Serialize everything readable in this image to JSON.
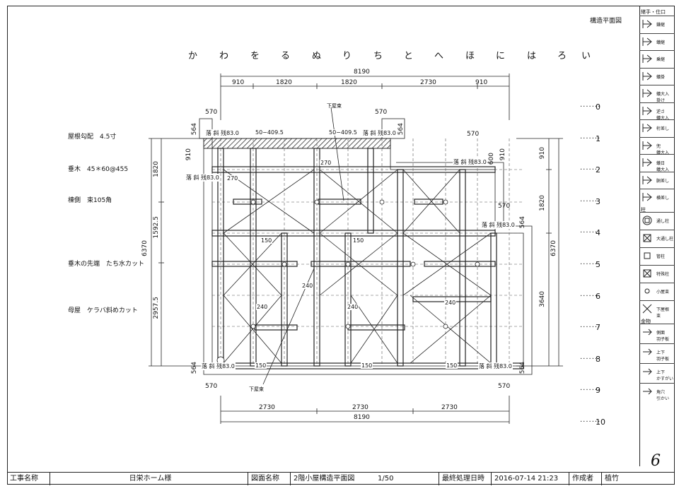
{
  "header": {
    "title": "構造平面図"
  },
  "grid_letters": [
    "か",
    "わ",
    "を",
    "る",
    "ぬ",
    "り",
    "ち",
    "と",
    "へ",
    "ほ",
    "に",
    "は",
    "ろ",
    "い"
  ],
  "row_numbers": [
    "0",
    "1",
    "2",
    "3",
    "4",
    "5",
    "6",
    "7",
    "8",
    "9",
    "10"
  ],
  "notes": [
    {
      "id": "roof_pitch",
      "text": "屋根勾配　4.5寸"
    },
    {
      "id": "rafter",
      "text": "垂木　45＊60@455"
    },
    {
      "id": "ridge",
      "text": "棟側　束105角"
    },
    {
      "id": "rafter_end",
      "text": "垂木の先端　たち水カット"
    },
    {
      "id": "gable",
      "text": "母屋　ケラバ斜めカット"
    }
  ],
  "dimensions": {
    "top_total": "8190",
    "top_segments": [
      "910",
      "1820",
      "1820",
      "2730",
      "910"
    ],
    "bottom_total": "8190",
    "bottom_segments": [
      "2730",
      "2730",
      "2730"
    ],
    "left_total": "6370",
    "left_segments": [
      "1820",
      "1592.5",
      "2957.5"
    ],
    "right_total": "6370",
    "right_segments": [
      "910",
      "1820",
      "3640"
    ],
    "overhang": "570",
    "overhang_side": "564",
    "small": [
      "910",
      "600",
      "910"
    ]
  },
  "labels": {
    "shita_tsuka_top": "下屋束",
    "shita_tsuka_bottom": "下屋束",
    "beam_50_409": "50−409.5",
    "beam_270": "270",
    "beam_150": "150",
    "beam_240": "240",
    "ochi_kake": "落 斜 残83.0"
  },
  "legend": {
    "section1_title": "継手・仕口",
    "items1": [
      "鎌継",
      "蟻継",
      "乗継",
      "蟻掛",
      "蟻大入\n掛け",
      "逆さ\n蟻大入",
      "桁差し",
      "兜\n蟻大入",
      "蟻日\n蟻大入",
      "胴差し",
      "横差し"
    ],
    "section2_title": "柱",
    "items2": [
      "通し柱",
      "大通し柱",
      "管柱",
      "特殊柱",
      "小屋束",
      "下屋根\n束"
    ],
    "section3_title": "金物",
    "items3": [
      "側面\n羽子板",
      "上下\n羽子板",
      "上下\nかすがい",
      "角穴\n引かい"
    ]
  },
  "footer": {
    "project_label": "工事名称",
    "project_value": "日栄ホーム様",
    "drawing_label": "図面名称",
    "drawing_value": "2階小屋構造平面図",
    "scale": "1/50",
    "processed_label": "最終処理日時",
    "processed_value": "2016-07-14 21:23",
    "author_label": "作成者",
    "author_value": "植竹"
  },
  "page_number": "6"
}
